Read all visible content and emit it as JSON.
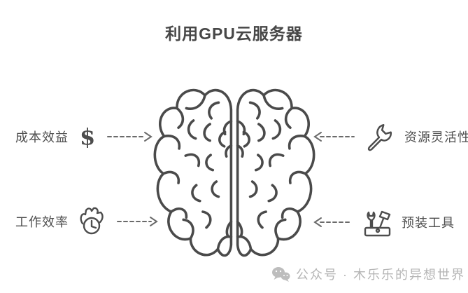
{
  "title": "利用GPU云服务器",
  "center_image": "brain-top-view-illustration",
  "colors": {
    "ink": "#4a4a4a",
    "label_text": "#4f4f4f",
    "arrow": "#6a6a6a",
    "watermark": "#b5b5b5",
    "background": "#ffffff"
  },
  "callouts": {
    "left": [
      {
        "label": "成本效益",
        "icon": "dollar-icon",
        "arrow": "dashed-arrow-right"
      },
      {
        "label": "工作效率",
        "icon": "burning-clock-icon",
        "arrow": "dashed-arrow-right"
      }
    ],
    "right": [
      {
        "label": "资源灵活性",
        "icon": "wrench-icon",
        "arrow": "dashed-arrow-left"
      },
      {
        "label": "预装工具",
        "icon": "toolbox-icon",
        "arrow": "dashed-arrow-left"
      }
    ]
  },
  "icons": {
    "dollar_glyph": "$"
  },
  "watermark": {
    "icon": "wechat-icon",
    "text": "公众号 · 木乐乐的异想世界"
  }
}
